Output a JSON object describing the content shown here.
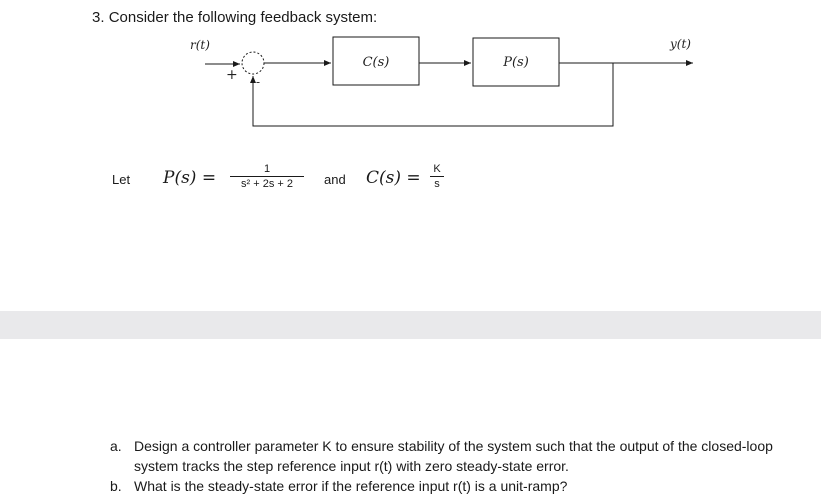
{
  "question": {
    "number": "3.",
    "title": "Consider the following feedback system:"
  },
  "diagram": {
    "input_label": "r(t)",
    "sum_plus": "+",
    "sum_minus": "-",
    "block1": "C(s)",
    "block2": "P(s)",
    "output_label": "y(t)"
  },
  "definitions": {
    "let": "Let",
    "p_lhs": "P(s) =",
    "p_num": "1",
    "p_den": "s² + 2s + 2",
    "and": "and",
    "c_lhs": "C(s) =",
    "c_num": "K",
    "c_den": "s"
  },
  "items": [
    {
      "label": "a.",
      "text": "Design a controller parameter K to ensure stability of the system such that the output of the closed-loop system tracks the step reference input r(t) with zero steady-state error."
    },
    {
      "label": "b.",
      "text": "What is the steady-state error if the reference input r(t) is a unit-ramp?"
    }
  ]
}
